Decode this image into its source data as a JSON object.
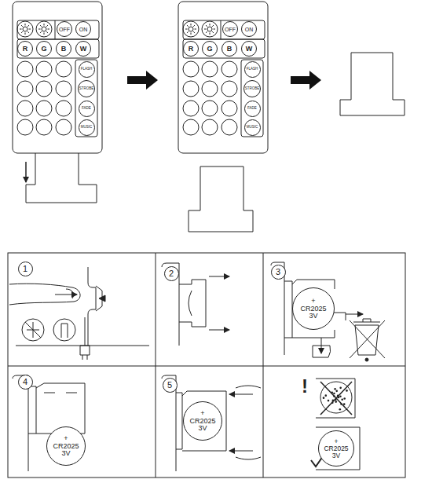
{
  "diagram": {
    "nodes": [
      {
        "text": [
          "OFF"
        ]
      },
      {
        "text": [
          "ON"
        ]
      },
      {
        "text": [
          "R"
        ]
      },
      {
        "text": [
          "G"
        ]
      },
      {
        "text": [
          "B"
        ]
      },
      {
        "text": [
          "W"
        ]
      },
      {
        "text": [
          "FLASH"
        ]
      },
      {
        "text": [
          "STROBE"
        ]
      },
      {
        "text": [
          "FADE"
        ]
      },
      {
        "text": [
          "MUSIC"
        ]
      },
      {
        "text": [
          "OFF"
        ]
      },
      {
        "text": [
          "ON"
        ]
      },
      {
        "text": [
          "R"
        ]
      },
      {
        "text": [
          "G"
        ]
      },
      {
        "text": [
          "B"
        ]
      },
      {
        "text": [
          "W"
        ]
      },
      {
        "text": [
          "FLASH"
        ]
      },
      {
        "text": [
          "STROBE"
        ]
      },
      {
        "text": [
          "FADE"
        ]
      },
      {
        "text": [
          "MUSIC"
        ]
      },
      {
        "text": [
          "1"
        ]
      },
      {
        "text": [
          "2"
        ]
      },
      {
        "text": [
          "3"
        ]
      },
      {
        "text": [
          "+",
          "CR2025",
          "3V"
        ]
      },
      {
        "text": [
          "4"
        ]
      },
      {
        "text": [
          "+",
          "CR2025",
          "3V"
        ]
      },
      {
        "text": [
          "5"
        ]
      },
      {
        "text": [
          "+",
          "CR2025",
          "3V"
        ]
      },
      {
        "text": [
          "+",
          "CR2025",
          "3V"
        ]
      }
    ],
    "labels": [
      "!"
    ]
  }
}
